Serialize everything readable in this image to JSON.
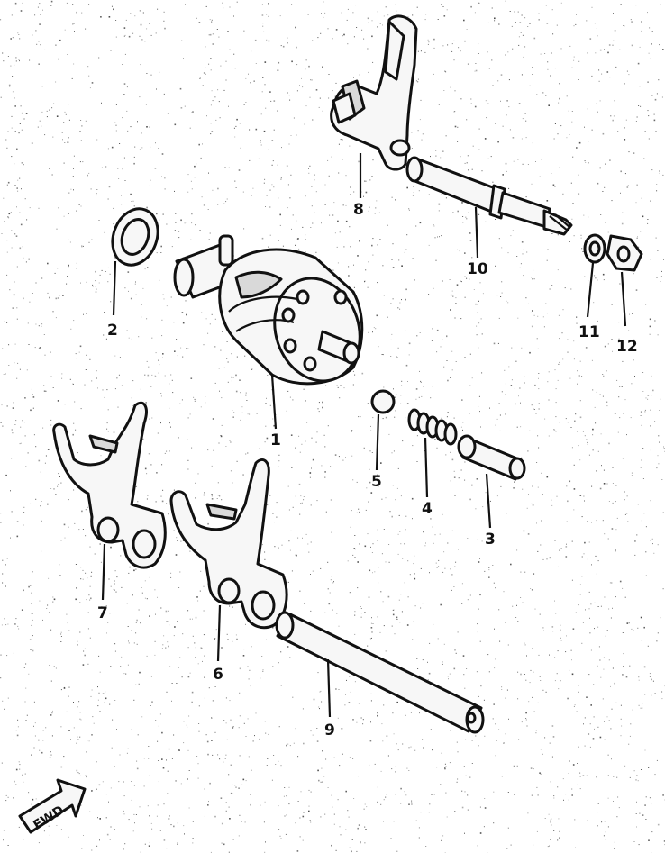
{
  "callouts": {
    "p1": "1",
    "p2": "2",
    "p3": "3",
    "p4": "4",
    "p5": "5",
    "p6": "6",
    "p7": "7",
    "p8": "8",
    "p9": "9",
    "p10": "10",
    "p11": "11",
    "p12": "12"
  },
  "direction": {
    "label": "FWD"
  },
  "colors": {
    "ink": "#111111",
    "paper": "#ffffff",
    "speckle": "#2a2a2a"
  }
}
